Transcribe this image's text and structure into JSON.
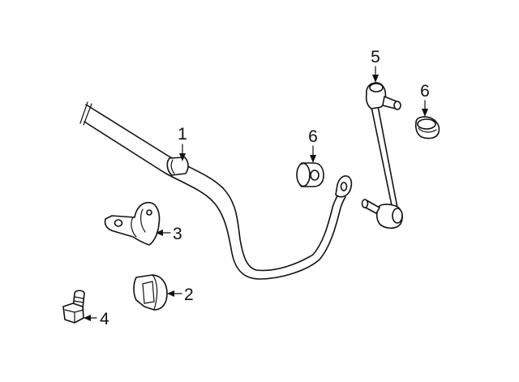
{
  "callouts": [
    {
      "number": "1"
    },
    {
      "number": "2"
    },
    {
      "number": "3"
    },
    {
      "number": "4"
    },
    {
      "number": "5"
    },
    {
      "number": "6"
    },
    {
      "number": "6"
    }
  ]
}
